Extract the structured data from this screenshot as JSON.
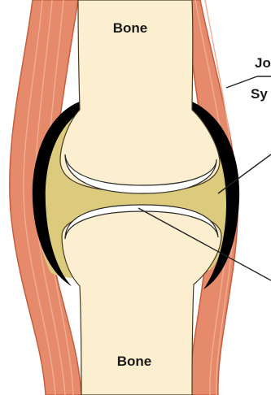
{
  "labels": {
    "bone_top": "Bone",
    "bone_bottom": "Bone",
    "partial_1": "Jo",
    "partial_2": "Sy"
  },
  "colors": {
    "muscle": "#e58a6a",
    "muscle_dark": "#c75e40",
    "muscle_line": "#f2ad94",
    "bone": "#fbefcf",
    "cavity": "#dccb7c",
    "capsule": "#000000",
    "cartilage": "#ffffff"
  }
}
